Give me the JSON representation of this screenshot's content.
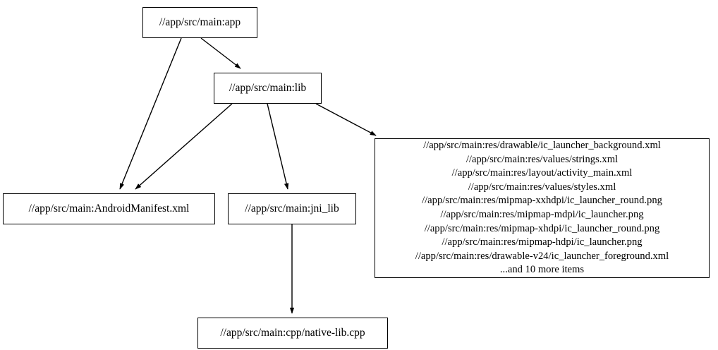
{
  "graph": {
    "type": "directed-dependency-graph",
    "background_color": "#ffffff",
    "node_border_color": "#000000",
    "node_fill_color": "#ffffff",
    "edge_color": "#000000",
    "nodes": {
      "app": {
        "label": "//app/src/main:app"
      },
      "lib": {
        "label": "//app/src/main:lib"
      },
      "manifest": {
        "label": "//app/src/main:AndroidManifest.xml"
      },
      "jni_lib": {
        "label": "//app/src/main:jni_lib"
      },
      "native_lib": {
        "label": "//app/src/main:cpp/native-lib.cpp"
      },
      "resources": {
        "lines": [
          "//app/src/main:res/drawable/ic_launcher_background.xml",
          "//app/src/main:res/values/strings.xml",
          "//app/src/main:res/layout/activity_main.xml",
          "//app/src/main:res/values/styles.xml",
          "//app/src/main:res/mipmap-xxhdpi/ic_launcher_round.png",
          "//app/src/main:res/mipmap-mdpi/ic_launcher.png",
          "//app/src/main:res/mipmap-xhdpi/ic_launcher_round.png",
          "//app/src/main:res/mipmap-hdpi/ic_launcher.png",
          "//app/src/main:res/drawable-v24/ic_launcher_foreground.xml",
          "...and 10 more items"
        ]
      }
    },
    "edges": [
      {
        "from": "app",
        "to": "lib"
      },
      {
        "from": "app",
        "to": "manifest"
      },
      {
        "from": "lib",
        "to": "manifest"
      },
      {
        "from": "lib",
        "to": "jni_lib"
      },
      {
        "from": "lib",
        "to": "resources"
      },
      {
        "from": "jni_lib",
        "to": "native_lib"
      }
    ]
  }
}
